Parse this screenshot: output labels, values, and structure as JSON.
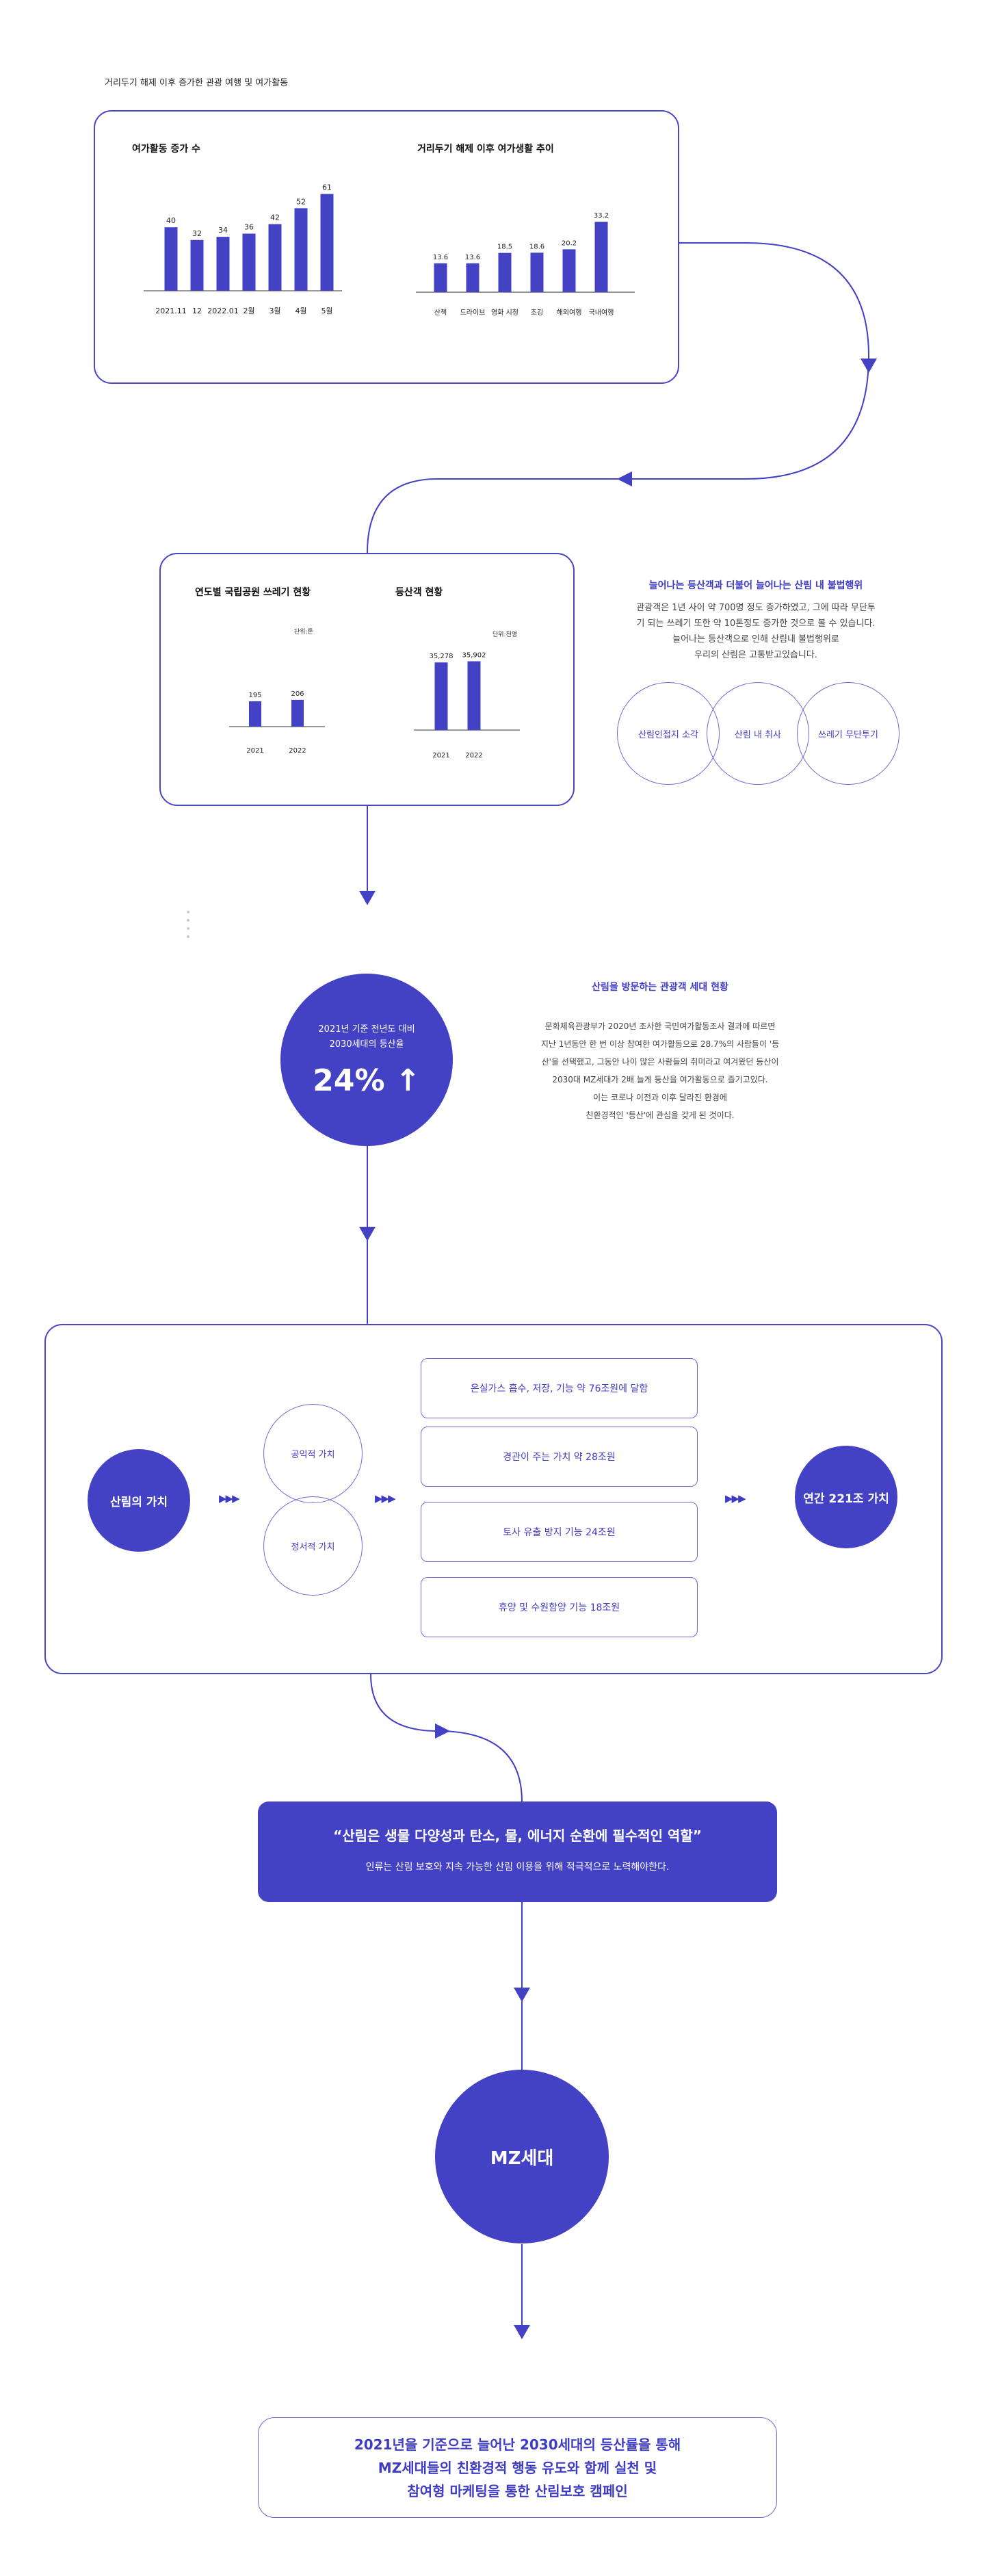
{
  "page_title": "거리두기 해제 이후 증가한 관광 여행 및 여가활동",
  "chart_data": [
    {
      "type": "bar",
      "title": "여가활동 증가 수",
      "categories": [
        "2021.11",
        "12",
        "2022.01",
        "2월",
        "3월",
        "4월",
        "5월"
      ],
      "values": [
        40,
        32,
        34,
        36,
        42,
        52,
        61
      ],
      "value_labels": [
        "40",
        "32",
        "34",
        "36",
        "42",
        "52",
        "61"
      ],
      "color": "#4341c4"
    },
    {
      "type": "bar",
      "title": "거리두기 해제 이후 여가생활 추이",
      "categories": [
        "산책",
        "드라이브",
        "영화 시청",
        "조깅",
        "해외여행",
        "국내여행"
      ],
      "values": [
        13.6,
        13.6,
        18.5,
        18.6,
        20.2,
        33.2
      ],
      "value_labels": [
        "13.6",
        "13.6",
        "18.5",
        "18.6",
        "20.2",
        "33.2"
      ],
      "color": "#4341c4"
    },
    {
      "type": "bar",
      "title": "연도별 국립공원 쓰레기 현황",
      "unit": "단위:톤",
      "categories": [
        "2021",
        "2022"
      ],
      "values": [
        195,
        206
      ],
      "value_labels": [
        "195",
        "206"
      ],
      "color": "#4341c4"
    },
    {
      "type": "bar",
      "title": "등산객 현황",
      "unit": "단위:천명",
      "categories": [
        "2021",
        "2022"
      ],
      "values": [
        35278,
        35902
      ],
      "value_labels": [
        "35,278",
        "35,902"
      ],
      "color": "#4341c4"
    }
  ],
  "illegal": {
    "title": "늘어나는 등산객과 더불어 늘어나는 산림 내 불법행위",
    "lines": [
      "관광객은 1년 사이 약 700명 정도 증가하였고, 그에 따라 무단투",
      "기 되는 쓰레기 또한 약 10톤정도 증가한 것으로 볼 수 있습니다.",
      "늘어나는 등산객으로 인해 산림내 불법행위로",
      "우리의 산림은 고통받고있습니다."
    ],
    "circles": [
      "산림인접지 소각",
      "산림 내 취사",
      "쓰레기 무단투기"
    ]
  },
  "stat": {
    "line1": "2021년 기준 전년도 대비",
    "line2": "2030세대의 등산율",
    "value": "24%",
    "arrow": "↑"
  },
  "visitors": {
    "title": "산림을 방문하는 관광객 세대 현황",
    "lines": [
      "문화체육관광부가 2020년 조사한 국민여가활동조사 결과에 따르면",
      "지난 1년동안 한 번 이상 참여한 여가활동으로 28.7%의 사람들이 '등",
      "산'을 선택했고, 그동안 나이 많은 사람들의 취미라고 여겨왔던 등산이",
      "2030대 MZ세대가 2배 늘게 등산을 여가활동으로 즐기고있다.",
      "이는 코로나 이전과 이후 달라진 환경에",
      "친환경적인 '등산'에 관심을 갖게 된 것이다."
    ]
  },
  "value": {
    "left_circle": "산림의 가치",
    "middle_top": "공익적 가치",
    "middle_bottom": "정서적 가치",
    "items": [
      "온실가스 흡수, 저장, 기능 약 76조원에 달함",
      "경관이 주는 가치  약 28조원",
      "토사 유출 방지 기능 24조원",
      "휴양 및 수원함양 기능 18조원"
    ],
    "right_circle": "연간 221조 가치",
    "arrow_glyph": "▶▶▶"
  },
  "quote": {
    "headline": "“산림은 생물 다양성과 탄소, 물, 에너지 순환에 필수적인 역할”",
    "sub": "인류는 산림 보호와 지속 가능한 산림 이용을 위해 적극적으로 노력해야한다."
  },
  "mz": {
    "label": "MZ세대"
  },
  "campaign": {
    "lines": [
      "2021년을 기준으로 늘어난 2030세대의 등산률을 통해",
      "MZ세대들의 친환경적 행동 유도와 함께 실천 및",
      "참여형 마케팅을 통한 산림보호 캠페인"
    ]
  }
}
